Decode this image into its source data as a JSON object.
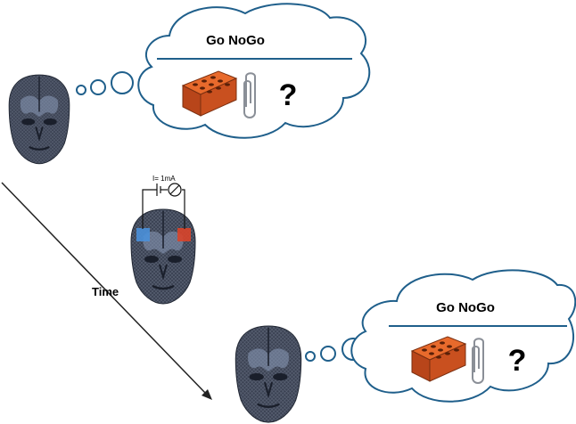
{
  "clouds": {
    "top": {
      "title": "Go NoGo",
      "question": "?"
    },
    "bottom": {
      "title": "Go NoGo",
      "question": "?"
    }
  },
  "circuit": {
    "current_label": "I= 1mA"
  },
  "timeline": {
    "label": "Time"
  },
  "icons": {
    "head": "head-icon",
    "brick": "brick-icon",
    "paperclip": "paperclip-icon",
    "electrode_anode": "electrode-blue-icon",
    "electrode_cathode": "electrode-red-icon"
  },
  "colors": {
    "cloud_line": "#1f5f8b",
    "brick": "#d2551e",
    "electrode_blue": "#4a90d9",
    "electrode_red": "#d9442a",
    "head_dark": "#2b3140"
  }
}
